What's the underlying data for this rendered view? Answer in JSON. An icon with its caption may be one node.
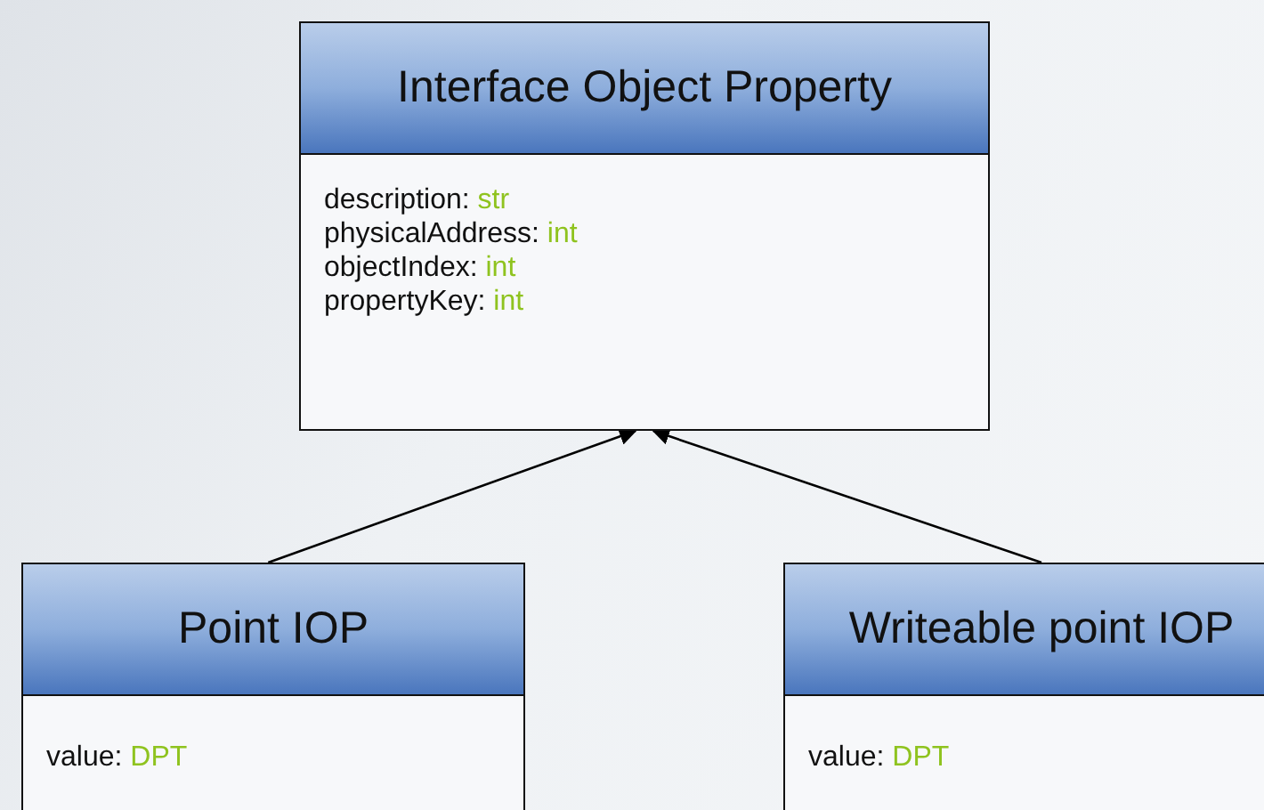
{
  "diagram": {
    "nodes": [
      {
        "text": [
          "Interface Object Property",
          "description: str",
          "physicalAddress: int",
          "objectIndex: int",
          "propertyKey: int"
        ]
      },
      {
        "text": [
          "Point IOP",
          "value: DPT"
        ]
      },
      {
        "text": [
          "Writeable point IOP",
          "value: DPT"
        ]
      }
    ],
    "edges": [
      {
        "from": 1,
        "to": 0,
        "arrow": "to"
      },
      {
        "from": 2,
        "to": 0,
        "arrow": "to"
      }
    ]
  }
}
